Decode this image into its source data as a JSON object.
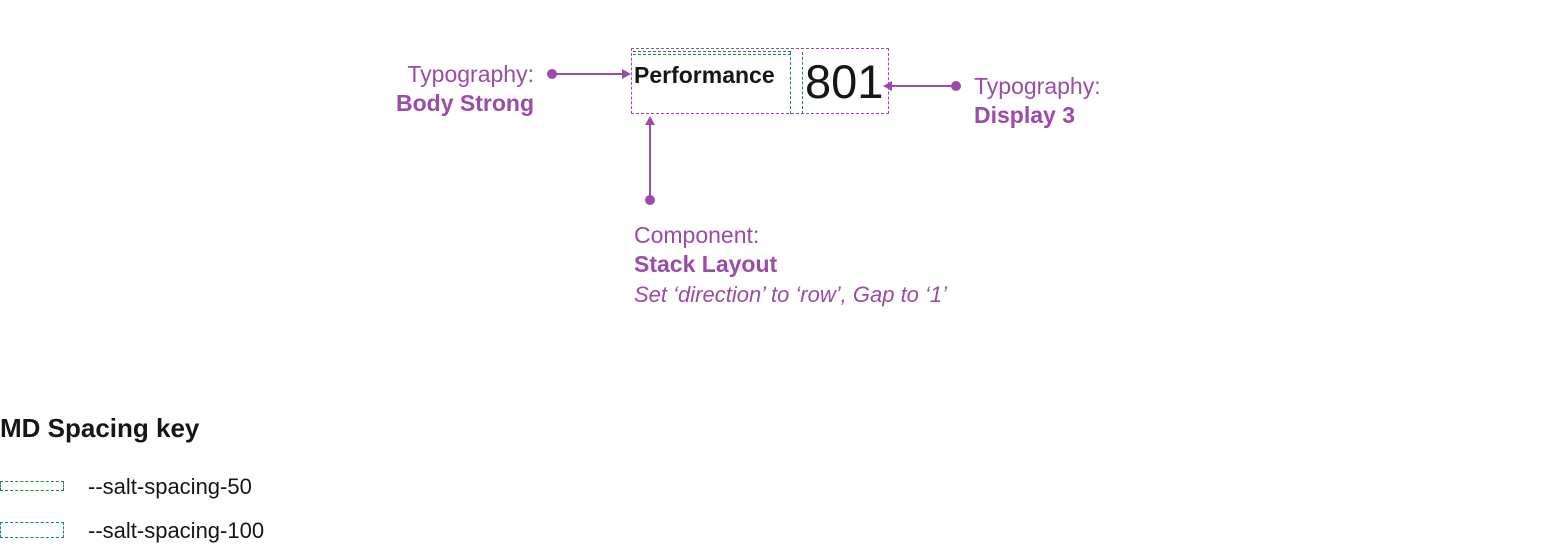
{
  "component": {
    "label_text": "Performance",
    "value_text": "801"
  },
  "annotations": {
    "left": {
      "prefix": "Typography:",
      "name": "Body Strong"
    },
    "right": {
      "prefix": "Typography:",
      "name": "Display 3"
    },
    "bottom": {
      "prefix": "Component:",
      "name": "Stack Layout",
      "note": "Set ‘direction’ to ‘row’, Gap to ‘1’"
    }
  },
  "spacing_key": {
    "title": "MD Spacing key",
    "items": [
      {
        "label": "--salt-spacing-50",
        "color": "#1a8a3c"
      },
      {
        "label": "--salt-spacing-100",
        "color": "#0f7e9c"
      }
    ]
  },
  "colors": {
    "annotation": "#9b4ba8",
    "text": "#161616"
  }
}
